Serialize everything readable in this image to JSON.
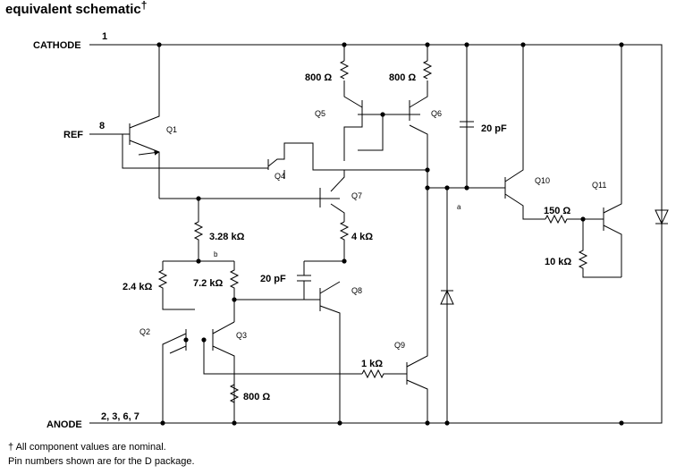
{
  "title": "equivalent schematic",
  "title_mark": "†",
  "pins": {
    "cathode": "CATHODE",
    "cathode_num": "1",
    "ref": "REF",
    "ref_num": "8",
    "anode": "ANODE",
    "anode_num": "2, 3, 6, 7"
  },
  "transistors": [
    "Q1",
    "Q2",
    "Q3",
    "Q4",
    "Q5",
    "Q6",
    "Q7",
    "Q8",
    "Q9",
    "Q10",
    "Q11"
  ],
  "components": {
    "r5": "800 Ω",
    "r6": "800 Ω",
    "c1": "20 pF",
    "r328": "3.28 kΩ",
    "r4k": "4 kΩ",
    "r24": "2.4 kΩ",
    "r72": "7.2 kΩ",
    "c2": "20 pF",
    "r1k": "1 kΩ",
    "r800b": "800 Ω",
    "r150": "150 Ω",
    "r10k": "10 kΩ"
  },
  "nodes": {
    "a": "a",
    "b": "b"
  },
  "footnotes": {
    "line1_mark": "†",
    "line1": "All component values are nominal.",
    "line2": "Pin numbers shown are for the D package."
  },
  "colors": {
    "ink": "#000000",
    "background": "#ffffff"
  }
}
